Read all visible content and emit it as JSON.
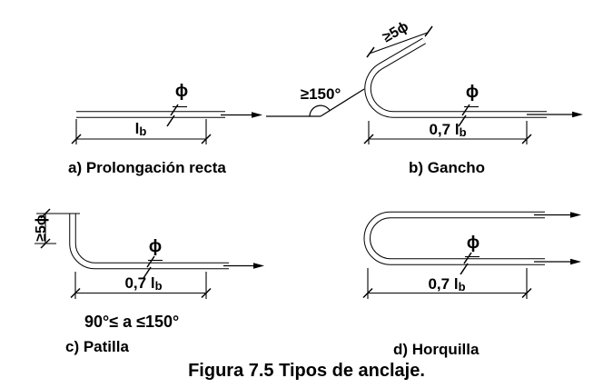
{
  "figure": {
    "title": "Figura 7.5 Tipos de anclaje.",
    "colors": {
      "line": "#000000",
      "background": "#ffffff"
    },
    "diagrams": {
      "a": {
        "caption": "a) Prolongación recta",
        "phi": "ϕ",
        "dim_main": "l",
        "dim_sub": "b"
      },
      "b": {
        "caption": "b) Gancho",
        "phi": "ϕ",
        "dim_main": "0,7 l",
        "dim_sub": "b",
        "angle": "≥150°",
        "tail": "≥5ϕ"
      },
      "c": {
        "caption": "c) Patilla",
        "phi": "ϕ",
        "dim_main": "0,7 l",
        "dim_sub": "b",
        "tail": "≥5ϕ",
        "angle_range": "90°≤ a ≤150°"
      },
      "d": {
        "caption": "d) Horquilla",
        "phi": "ϕ",
        "dim_main": "0,7 l",
        "dim_sub": "b"
      }
    }
  }
}
